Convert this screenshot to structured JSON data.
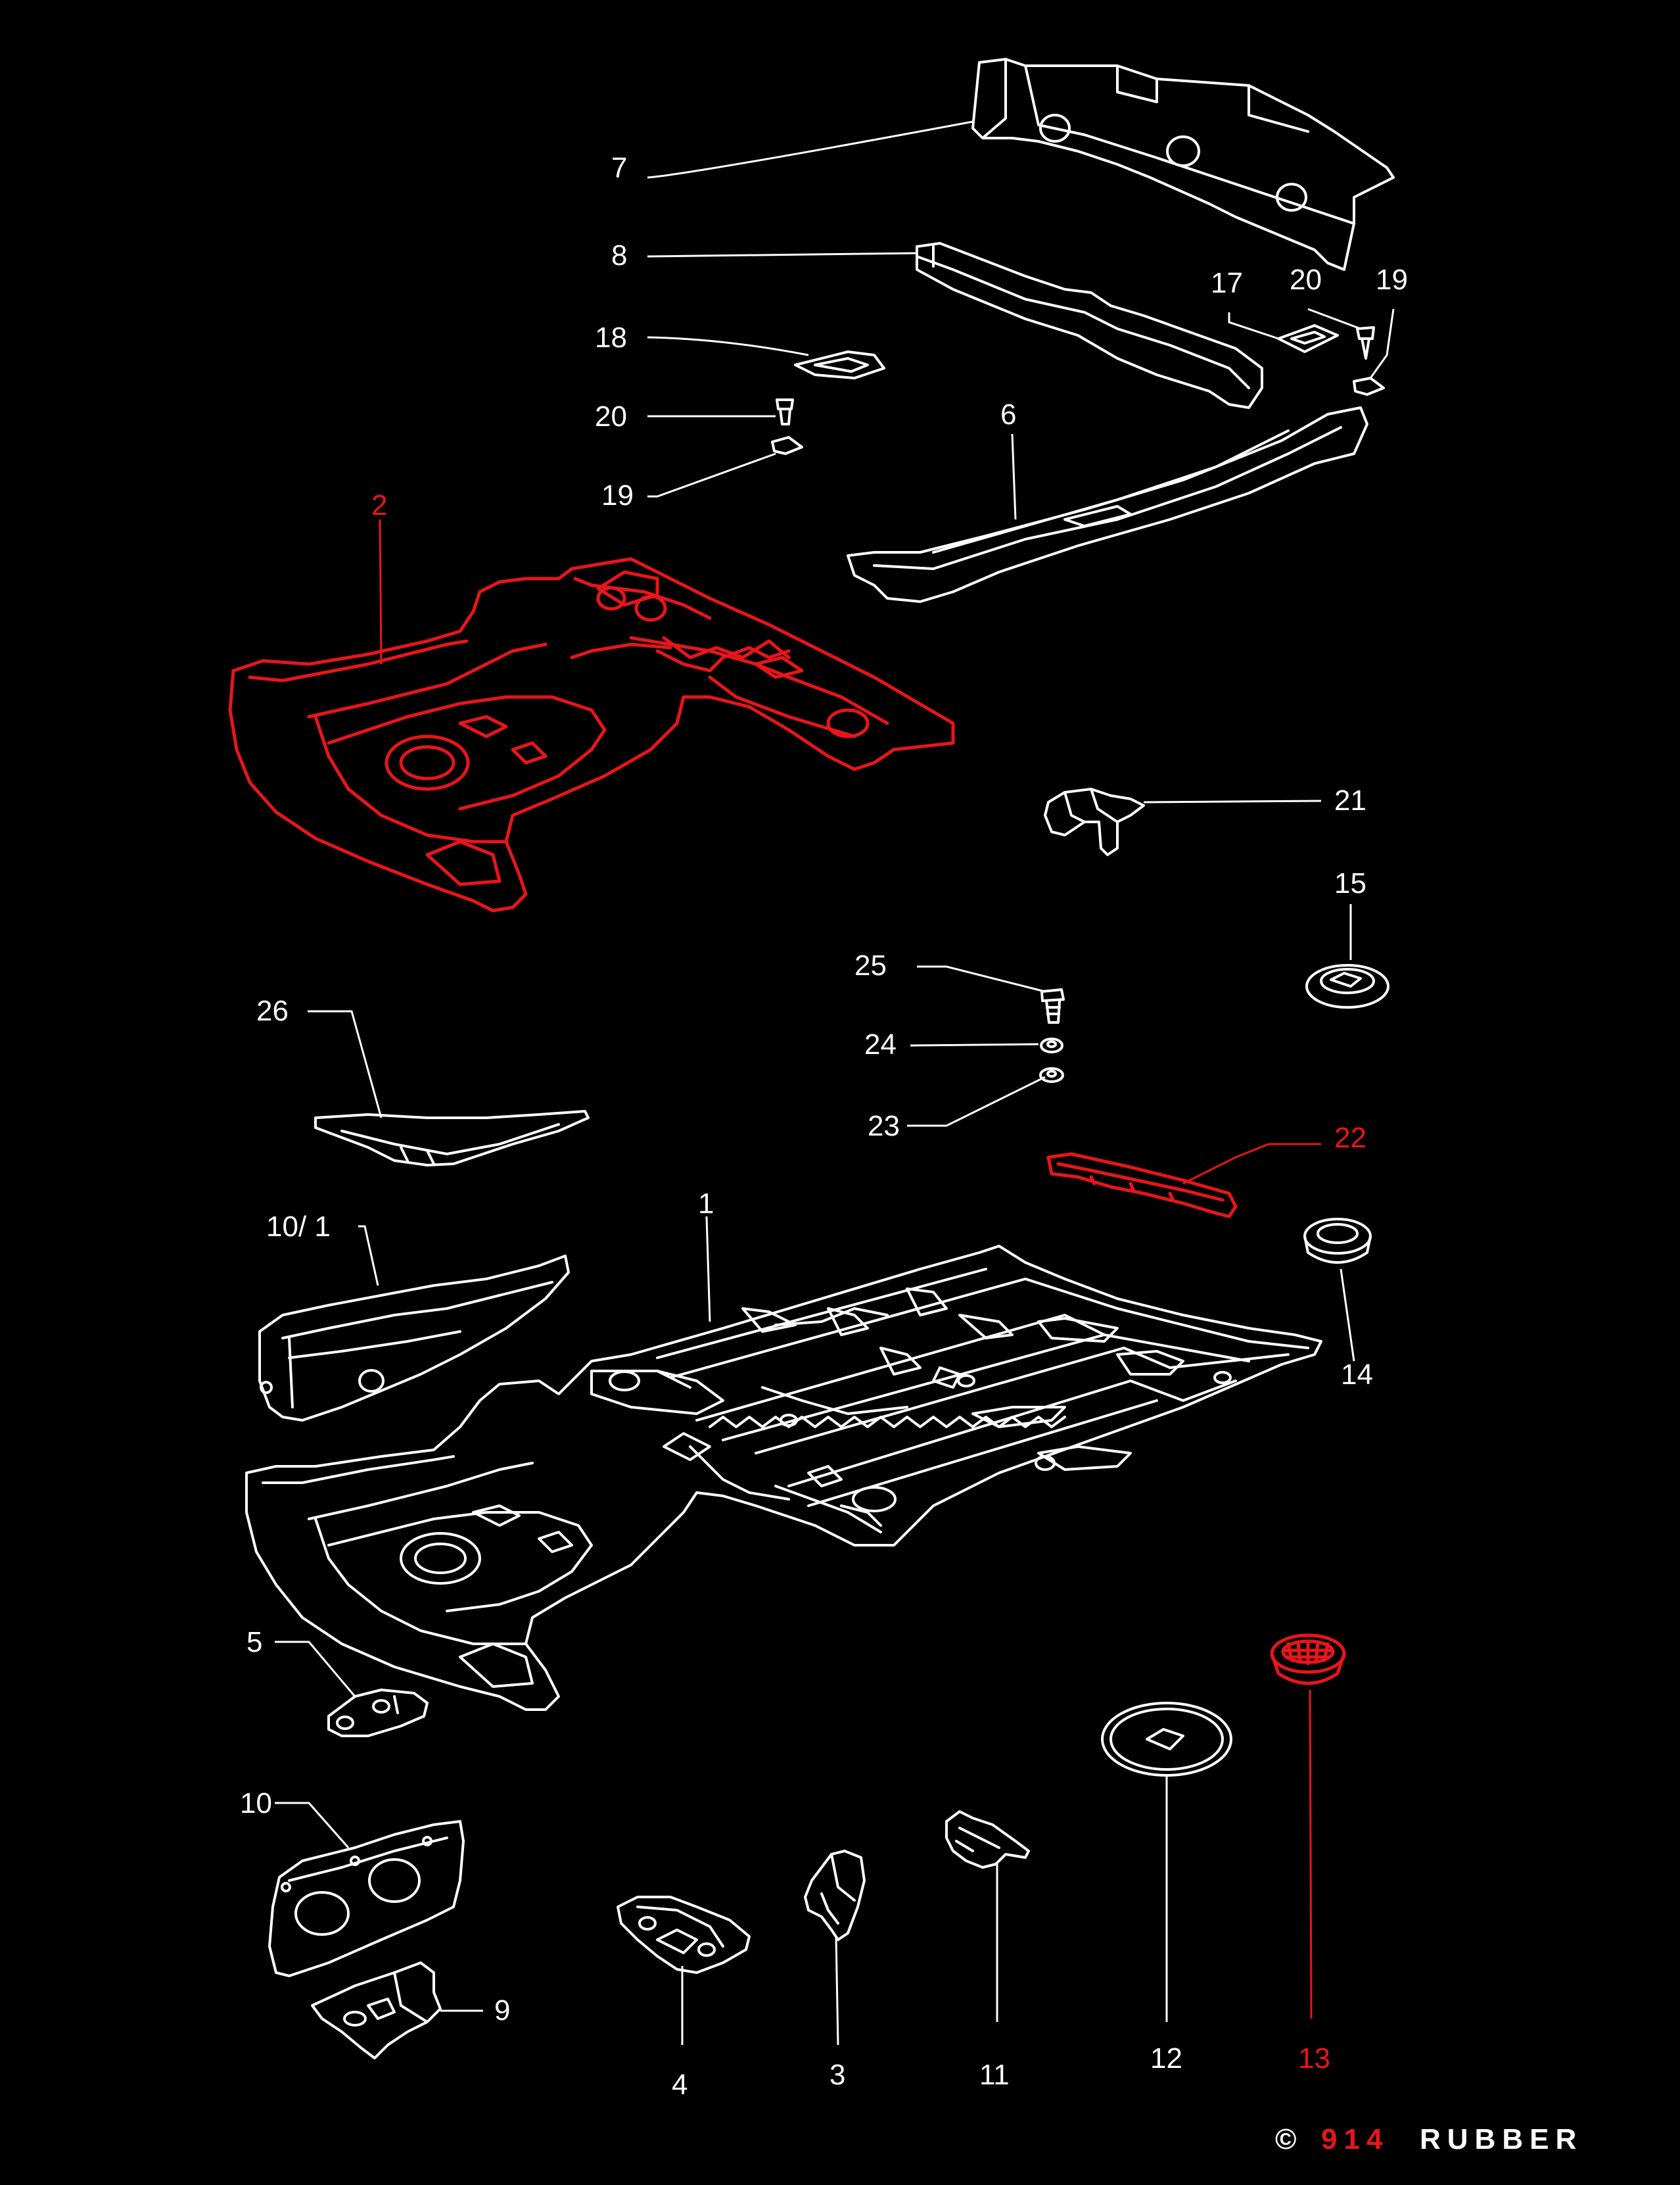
{
  "colors": {
    "background": "#000000",
    "line": "#ffffff",
    "highlight": "#e8151b",
    "brand_accent": "#e8151b"
  },
  "labels": {
    "p1": "1",
    "p2": "2",
    "p3": "3",
    "p4": "4",
    "p5": "5",
    "p6": "6",
    "p7": "7",
    "p8": "8",
    "p9": "9",
    "p10": "10",
    "p10_1": "10/ 1",
    "p11": "11",
    "p12": "12",
    "p13": "13",
    "p14": "14",
    "p15": "15",
    "p17": "17",
    "p18": "18",
    "p19a": "19",
    "p19b": "19",
    "p20a": "20",
    "p20b": "20",
    "p21": "21",
    "p22": "22",
    "p23": "23",
    "p24": "24",
    "p25": "25",
    "p26": "26"
  },
  "highlighted_parts": [
    "2",
    "22",
    "13"
  ],
  "brand": {
    "copyright_symbol": "©",
    "number": "914",
    "name": "RUBBER"
  }
}
